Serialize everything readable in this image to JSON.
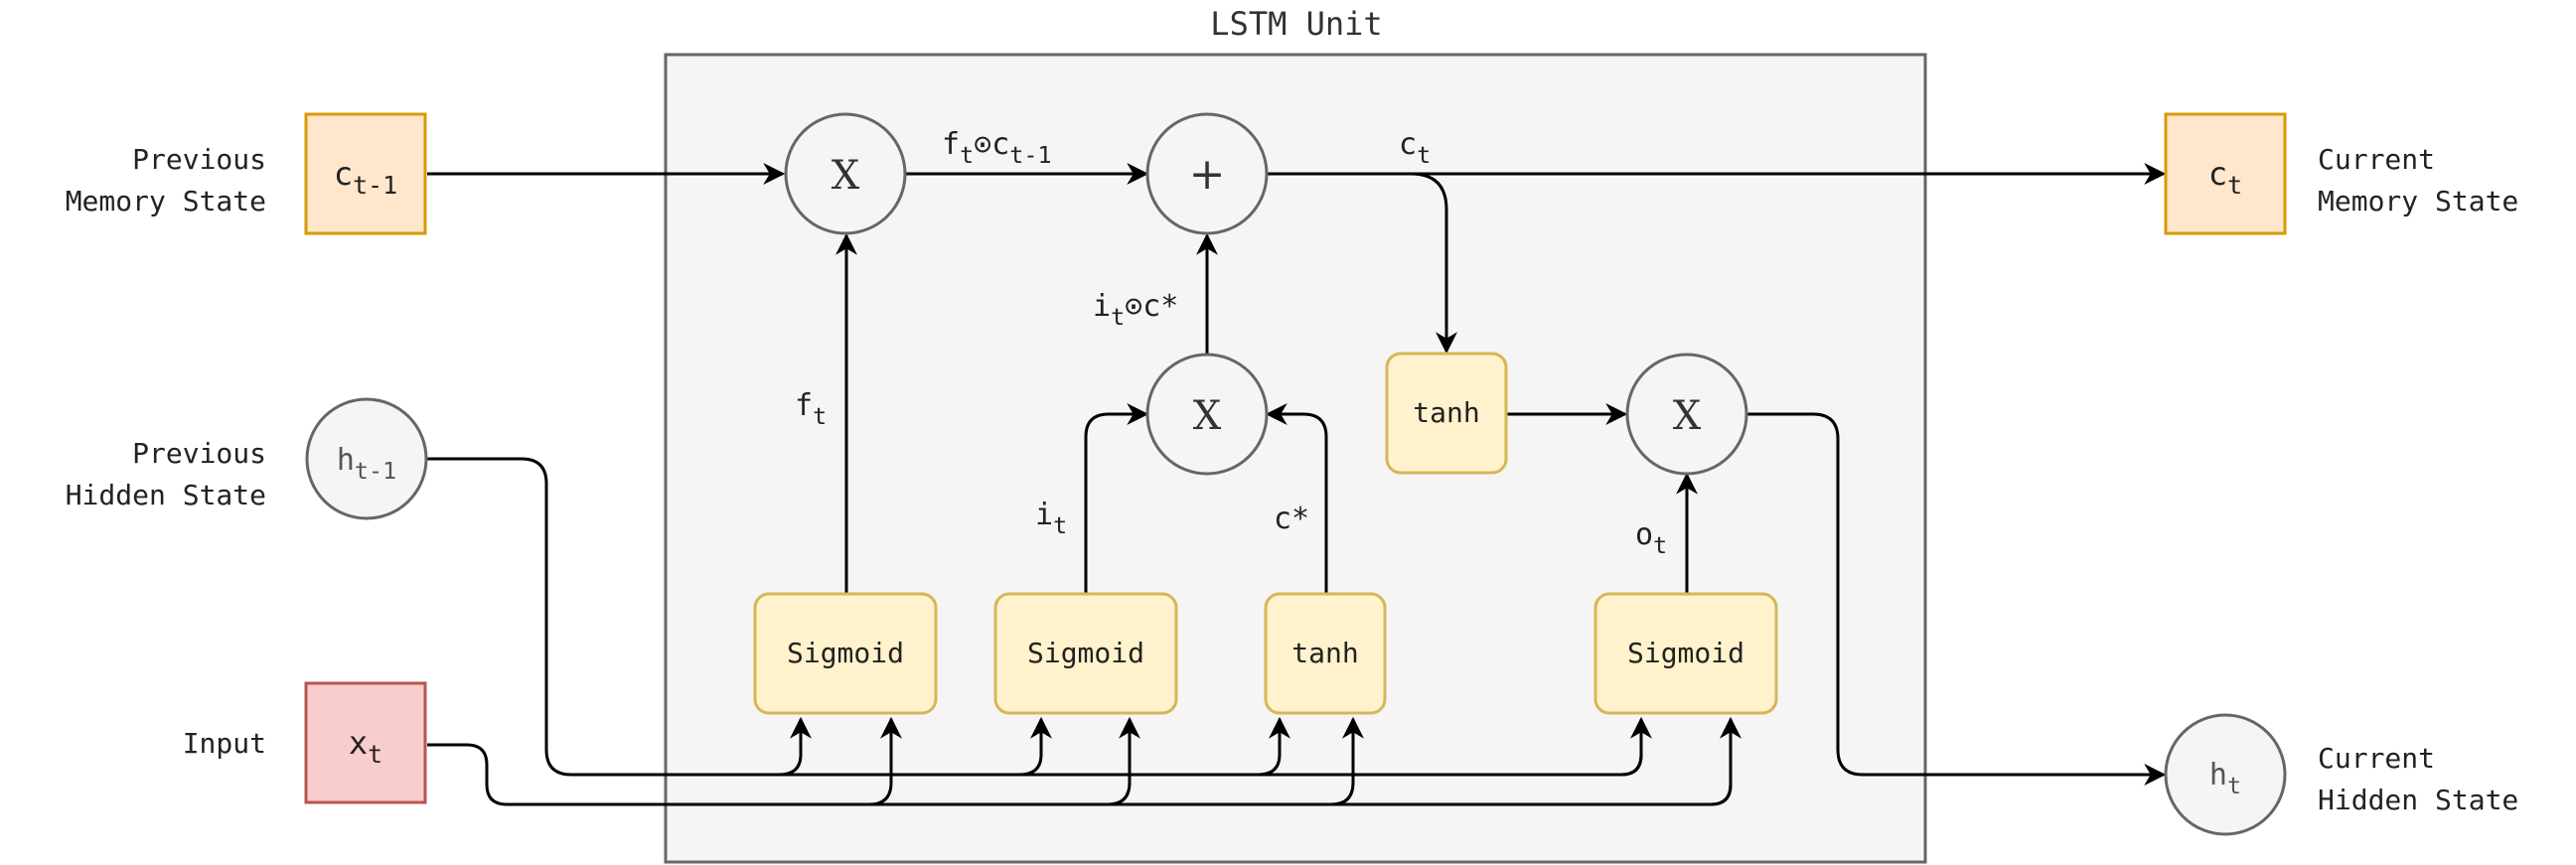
{
  "title": "LSTM Unit",
  "left_labels": {
    "prev_memory": [
      "Previous",
      "Memory State"
    ],
    "prev_hidden": [
      "Previous",
      "Hidden State"
    ],
    "input": "Input"
  },
  "right_labels": {
    "cur_memory": [
      "Current",
      "Memory State"
    ],
    "cur_hidden": [
      "Current",
      "Hidden State"
    ]
  },
  "nodes": {
    "c_prev": {
      "base": "c",
      "sub": "t-1"
    },
    "h_prev": {
      "base": "h",
      "sub": "t-1"
    },
    "x_t": {
      "base": "x",
      "sub": "t"
    },
    "c_t": {
      "base": "c",
      "sub": "t"
    },
    "h_t": {
      "base": "h",
      "sub": "t"
    }
  },
  "gates": {
    "forget": "Sigmoid",
    "input": "Sigmoid",
    "candidate": "tanh",
    "output": "Sigmoid",
    "cell_tanh": "tanh"
  },
  "ops": {
    "mul_forget": "X",
    "add": "+",
    "mul_input": "X",
    "mul_output": "X"
  },
  "edge_labels": {
    "ft_c": {
      "base": "f",
      "sub": "t",
      "rest": "⊙c",
      "sub2": "t-1"
    },
    "ct": {
      "base": "c",
      "sub": "t"
    },
    "it_c": {
      "base": "i",
      "sub": "t",
      "rest": "⊙c*"
    },
    "ft": {
      "base": "f",
      "sub": "t"
    },
    "it": {
      "base": "i",
      "sub": "t"
    },
    "cstar": "c*",
    "ot": {
      "base": "o",
      "sub": "t"
    }
  },
  "colors": {
    "memory_node": "#ffe6cc",
    "memory_border": "#d79b00",
    "input_node": "#f8cecc",
    "input_border": "#b85450",
    "gate_fill": "#fff2cc",
    "gate_border": "#d6b656",
    "unit_fill": "#f5f5f5",
    "unit_border": "#666666"
  }
}
